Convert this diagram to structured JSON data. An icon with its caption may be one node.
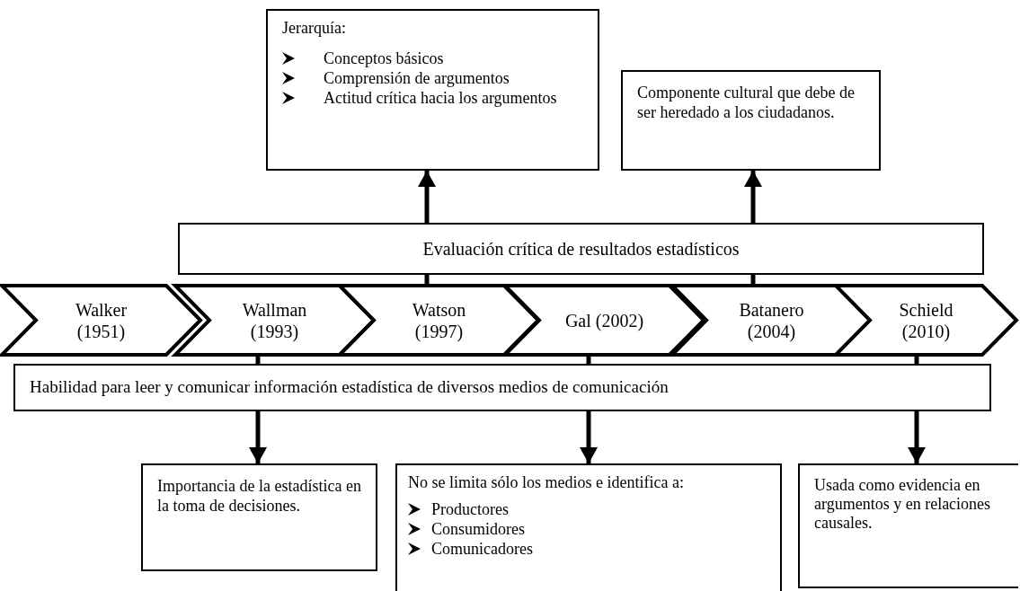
{
  "diagram": {
    "nodes": [
      {
        "text": [
          "Jerarquía:",
          "Conceptos básicos",
          "Comprensión de argumentos",
          "Actitud crítica hacia los argumentos"
        ]
      },
      {
        "text": [
          "Componente cultural que debe de ser heredado a los ciudadanos."
        ]
      },
      {
        "text": [
          "Evaluación crítica de resultados estadísticos"
        ]
      },
      {
        "text": [
          "Walker (1951)"
        ]
      },
      {
        "text": [
          "Wallman (1993)"
        ]
      },
      {
        "text": [
          "Watson (1997)"
        ]
      },
      {
        "text": [
          "Gal (2002)"
        ]
      },
      {
        "text": [
          "Batanero (2004)"
        ]
      },
      {
        "text": [
          "Schield (2010)"
        ]
      },
      {
        "text": [
          "Habilidad para leer y comunicar información estadística de diversos medios de comunicación"
        ]
      },
      {
        "text": [
          "Importancia de la estadística en la toma de decisiones."
        ]
      },
      {
        "text": [
          "No se limita sólo los medios e identifica a:",
          "Productores",
          "Consumidores",
          "Comunicadores"
        ]
      },
      {
        "text": [
          "Usada como evidencia en argumentos y en relaciones causales."
        ]
      }
    ],
    "edges": [
      {
        "from": 5,
        "to": 2,
        "arrow": "none"
      },
      {
        "from": 2,
        "to": 0,
        "arrow": "to"
      },
      {
        "from": 7,
        "to": 2,
        "arrow": "none"
      },
      {
        "from": 2,
        "to": 1,
        "arrow": "to"
      },
      {
        "from": 4,
        "to": 9,
        "arrow": "none"
      },
      {
        "from": 9,
        "to": 10,
        "arrow": "to"
      },
      {
        "from": 6,
        "to": 9,
        "arrow": "none"
      },
      {
        "from": 9,
        "to": 11,
        "arrow": "to"
      },
      {
        "from": 8,
        "to": 9,
        "arrow": "none"
      },
      {
        "from": 9,
        "to": 12,
        "arrow": "to"
      }
    ]
  }
}
